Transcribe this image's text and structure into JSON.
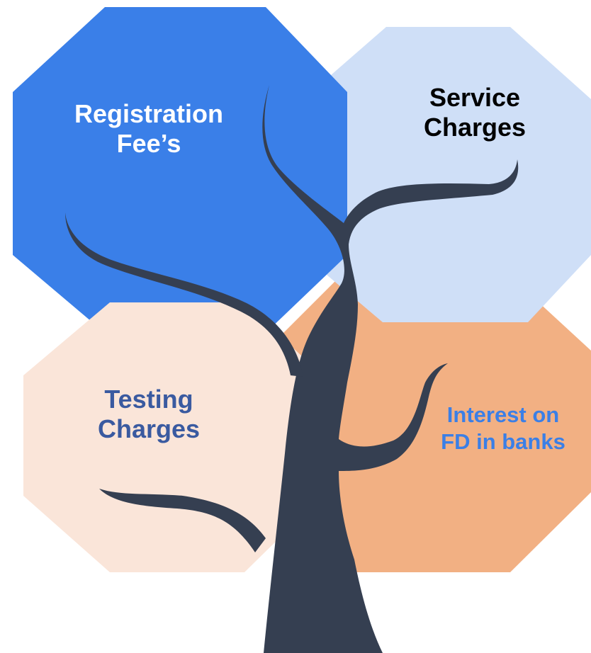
{
  "diagram": {
    "registration": {
      "line1": "Registration",
      "line2": "Fee’s"
    },
    "service": {
      "line1": "Service",
      "line2": "Charges"
    },
    "testing": {
      "line1": "Testing",
      "line2": "Charges"
    },
    "interest": {
      "line1": "Interest on",
      "line2": "FD in banks"
    }
  },
  "colors": {
    "registration_fill": "#3a7fe8",
    "service_fill": "#cfdff7",
    "interest_fill": "#f2b083",
    "testing_fill": "#fae5d9",
    "tree": "#353f51",
    "testing_text": "#3a5aa0",
    "interest_text": "#3b7fe6"
  }
}
